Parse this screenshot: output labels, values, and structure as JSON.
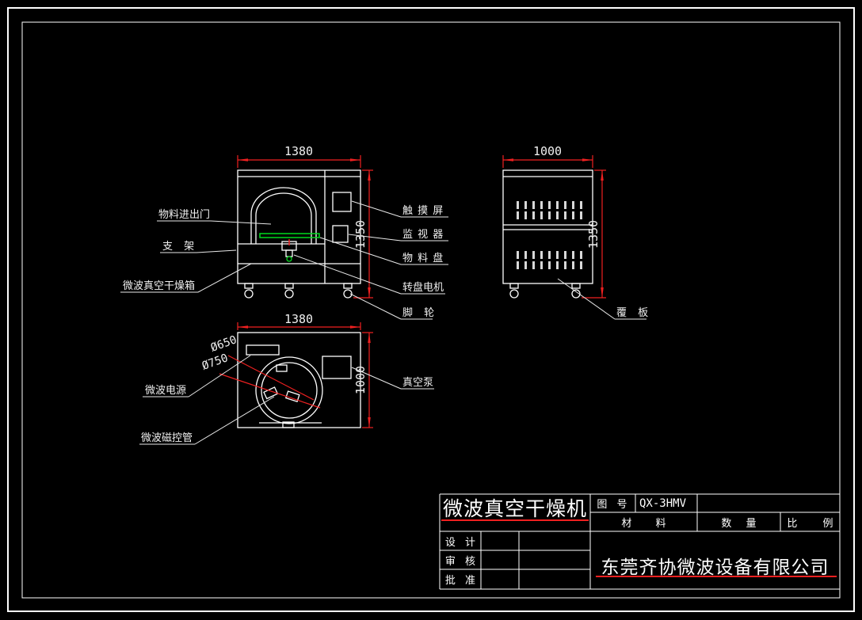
{
  "colors": {
    "background": "#000000",
    "line": "#ffffff",
    "dimension_red": "#ef2020",
    "tray_green": "#00d91e"
  },
  "front_view": {
    "width_dim": "1380",
    "height_dim": "1350",
    "labels": {
      "door": "物料进出门",
      "support": "支 架",
      "dryer_box": "微波真空干燥箱",
      "touchscreen": "触 摸 屏",
      "monitor": "监 视 器",
      "tray": "物 料 盘",
      "turntable_motor": "转盘电机",
      "caster": "脚 轮"
    }
  },
  "side_view": {
    "width_dim": "1000",
    "height_dim": "1350",
    "labels": {
      "cover_plate": "覆 板"
    }
  },
  "top_view": {
    "width_dim": "1380",
    "depth_dim": "1000",
    "labels": {
      "dia_inner": "Ø650",
      "dia_outer": "Ø750",
      "microwave_power": "微波电源",
      "magnetron": "微波磁控管",
      "vacuum_pump": "真空泵"
    }
  },
  "title_block": {
    "product_title": "微波真空干燥机",
    "drawing_no_label": "图 号",
    "drawing_no": "QX-3HMV",
    "material_label": "材 料",
    "quantity_label": "数 量",
    "scale_label": "比 例",
    "design_label": "设 计",
    "check_label": "审 核",
    "approve_label": "批 准",
    "company": "东莞齐协微波设备有限公司"
  }
}
